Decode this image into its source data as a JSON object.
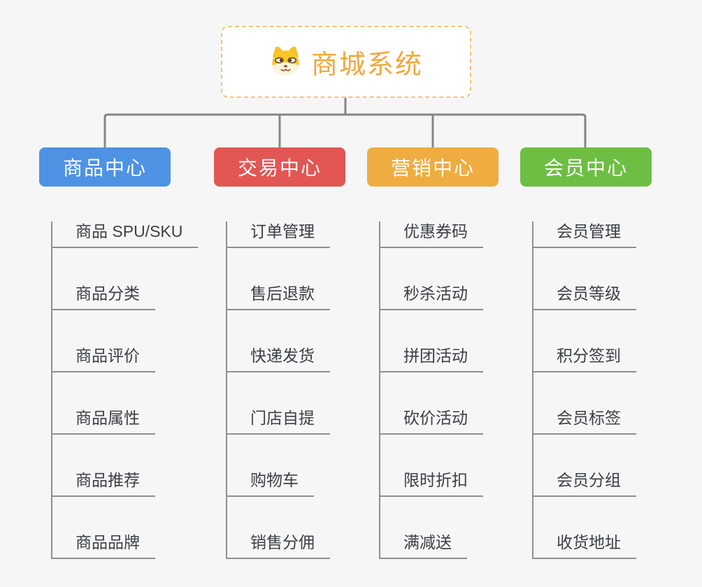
{
  "page": {
    "background_color": "#f6f6f7",
    "connector_color": "#858585",
    "leaf_line_color": "#8f8f8f"
  },
  "root": {
    "title": "商城系统",
    "icon": "shiba-dog-icon",
    "text_color": "#f0a83c",
    "border_color": "#f3c577"
  },
  "branches": [
    {
      "label": "商品中心",
      "color": "#4e92e3",
      "items": [
        "商品 SPU/SKU",
        "商品分类",
        "商品评价",
        "商品属性",
        "商品推荐",
        "商品品牌"
      ]
    },
    {
      "label": "交易中心",
      "color": "#e25754",
      "items": [
        "订单管理",
        "售后退款",
        "快递发货",
        "门店自提",
        "购物车",
        "销售分佣"
      ]
    },
    {
      "label": "营销中心",
      "color": "#efac41",
      "items": [
        "优惠券码",
        "秒杀活动",
        "拼团活动",
        "砍价活动",
        "限时折扣",
        "满减送"
      ]
    },
    {
      "label": "会员中心",
      "color": "#6fbe44",
      "items": [
        "会员管理",
        "会员等级",
        "积分签到",
        "会员标签",
        "会员分组",
        "收货地址"
      ]
    }
  ]
}
